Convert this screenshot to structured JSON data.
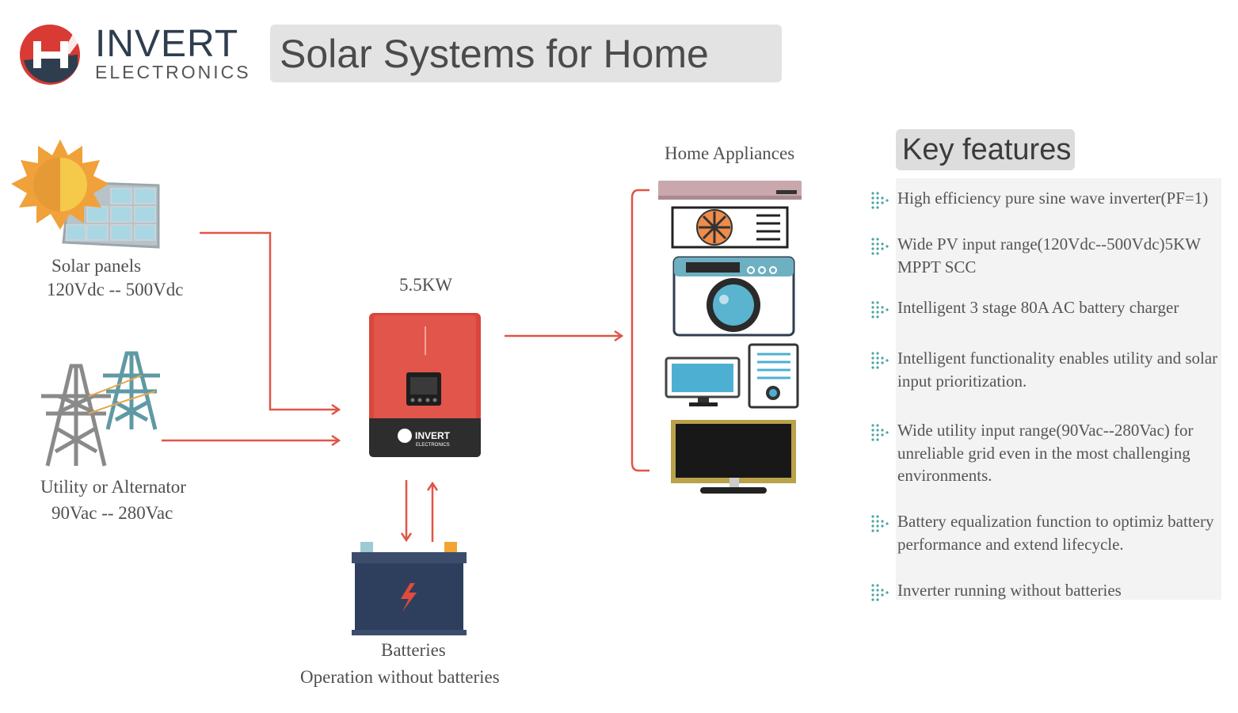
{
  "brand": {
    "name_line1": "INVERT",
    "name_line2": "ELECTRONICS",
    "device_brand": "INVERT",
    "device_brand_sub": "ELECTRONICS"
  },
  "header": {
    "title": "Solar Systems for Home"
  },
  "diagram": {
    "solar": {
      "label": "Solar panels",
      "range": "120Vdc -- 500Vdc"
    },
    "utility": {
      "label": "Utility or Alternator",
      "range": "90Vac -- 280Vac"
    },
    "inverter": {
      "power": "5.5KW"
    },
    "appliances": {
      "label": "Home Appliances"
    },
    "batteries": {
      "label": "Batteries",
      "note": "Operation without batteries"
    }
  },
  "features": {
    "title": "Key features",
    "items": [
      "High efficiency pure sine wave inverter(PF=1)",
      "Wide PV input range(120Vdc--500Vdc)5KW MPPT SCC",
      "Intelligent 3 stage 80A AC battery charger",
      "Intelligent functionality enables utility and solar input prioritization.",
      "Wide utility input range(90Vac--280Vac) for unreliable grid even in the most challenging environments.",
      "Battery equalization function to optimiz battery performance and extend lifecycle.",
      "Inverter running without batteries"
    ]
  },
  "colors": {
    "brand_red": "#d93a34",
    "brand_navy": "#2f3e4f",
    "arrow": "#e05546",
    "inverter_body": "#d9463c",
    "battery": "#2e3f5e",
    "bullet": "#4aa3a3"
  }
}
